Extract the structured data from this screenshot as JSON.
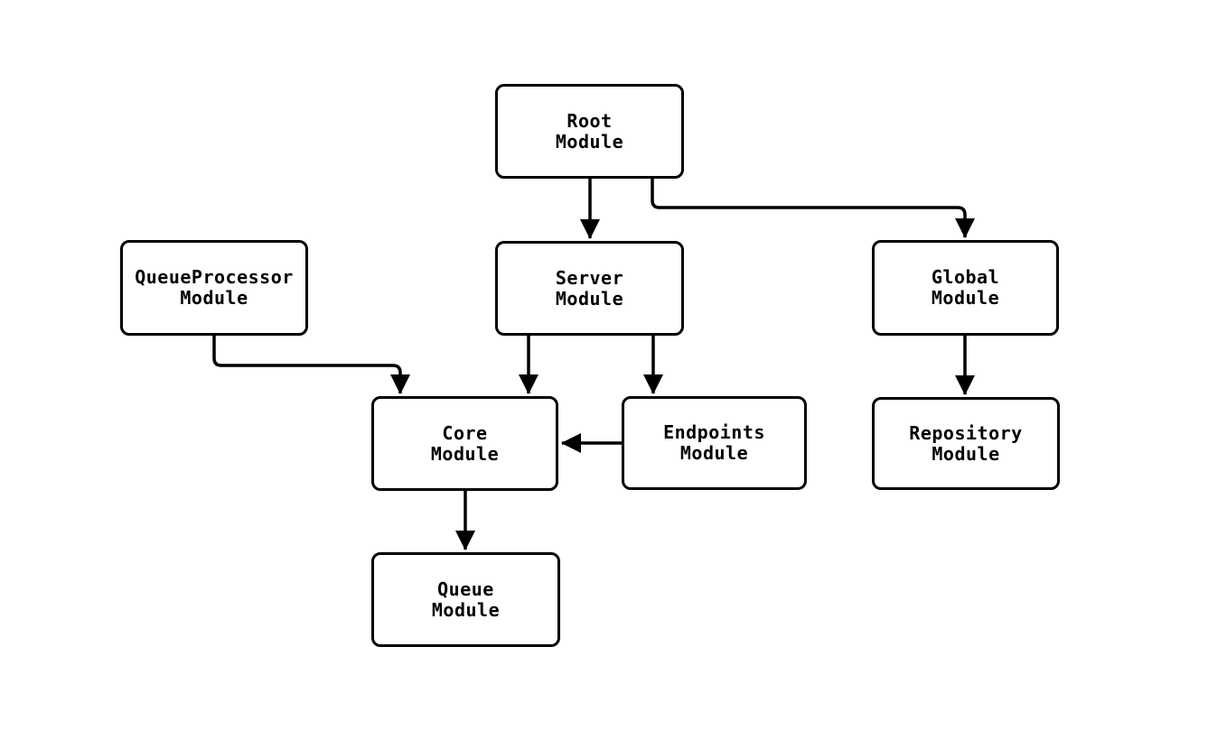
{
  "diagram": {
    "type": "module-dependency-flowchart",
    "colors": {
      "stroke": "#000000",
      "node_fill": "#ffffff",
      "text": "#000000",
      "background": "#ffffff"
    },
    "nodes": {
      "root": {
        "label": "Root\nModule"
      },
      "queueprocessor": {
        "label": "QueueProcessor\nModule"
      },
      "server": {
        "label": "Server\nModule"
      },
      "global": {
        "label": "Global\nModule"
      },
      "core": {
        "label": "Core\nModule"
      },
      "endpoints": {
        "label": "Endpoints\nModule"
      },
      "repository": {
        "label": "Repository\nModule"
      },
      "queue": {
        "label": "Queue\nModule"
      }
    },
    "edges": [
      {
        "from": "Root Module",
        "to": "Server Module"
      },
      {
        "from": "Root Module",
        "to": "Global Module"
      },
      {
        "from": "QueueProcessor Module",
        "to": "Core Module"
      },
      {
        "from": "Server Module",
        "to": "Core Module"
      },
      {
        "from": "Server Module",
        "to": "Endpoints Module"
      },
      {
        "from": "Endpoints Module",
        "to": "Core Module"
      },
      {
        "from": "Core Module",
        "to": "Queue Module"
      },
      {
        "from": "Global Module",
        "to": "Repository Module"
      }
    ]
  }
}
